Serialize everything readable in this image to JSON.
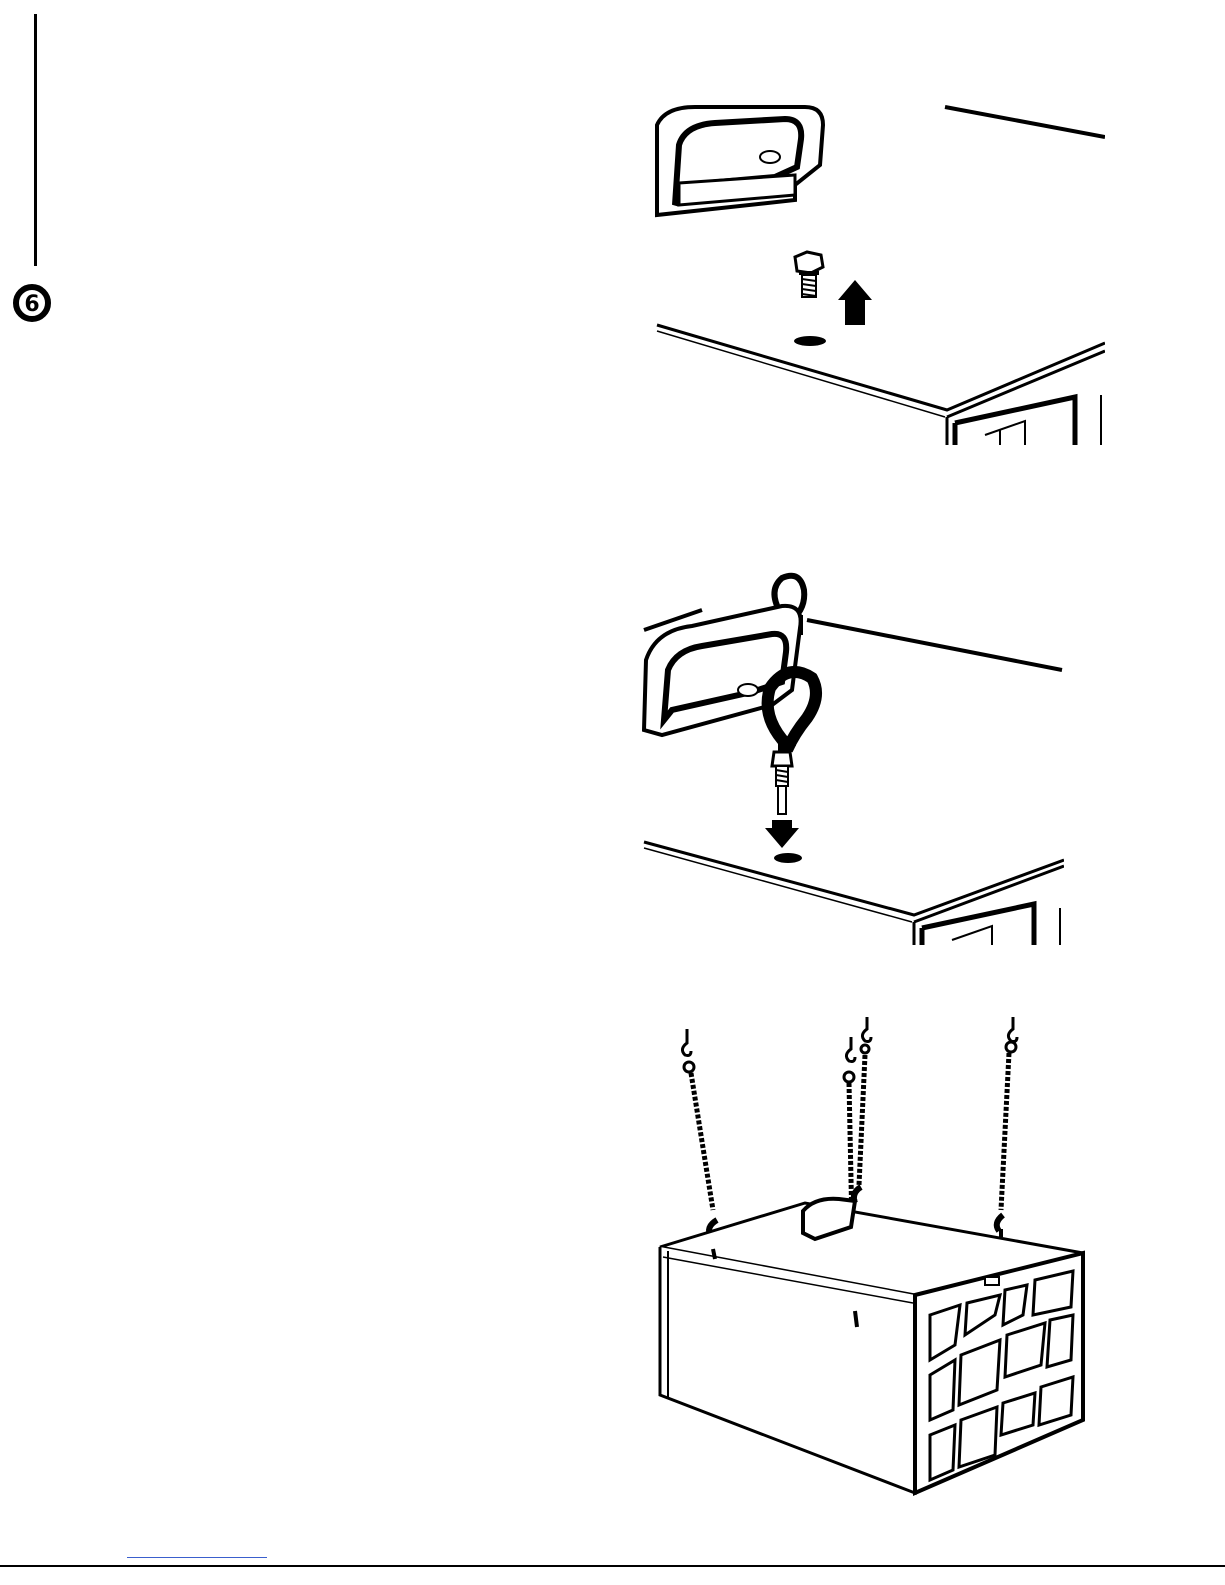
{
  "page": {
    "section_number": "6",
    "colors": {
      "ink": "#000000",
      "paper": "#ffffff",
      "footer_accent": "#3a5fcd"
    }
  },
  "figures": [
    {
      "id": "figure-remove-bolt",
      "icons": [
        "unit-top-edge",
        "carry-handle",
        "hex-bolt",
        "up-arrow",
        "bolt-hole"
      ]
    },
    {
      "id": "figure-install-eyebolt",
      "icons": [
        "unit-top-edge",
        "carry-handle",
        "eye-bolt",
        "s-hook",
        "down-arrow",
        "bolt-hole"
      ]
    },
    {
      "id": "figure-hanging-unit",
      "icons": [
        "ceiling-hook",
        "chain",
        "s-hook",
        "eye-bolt",
        "air-cleaner-unit",
        "filter-grille"
      ]
    }
  ]
}
